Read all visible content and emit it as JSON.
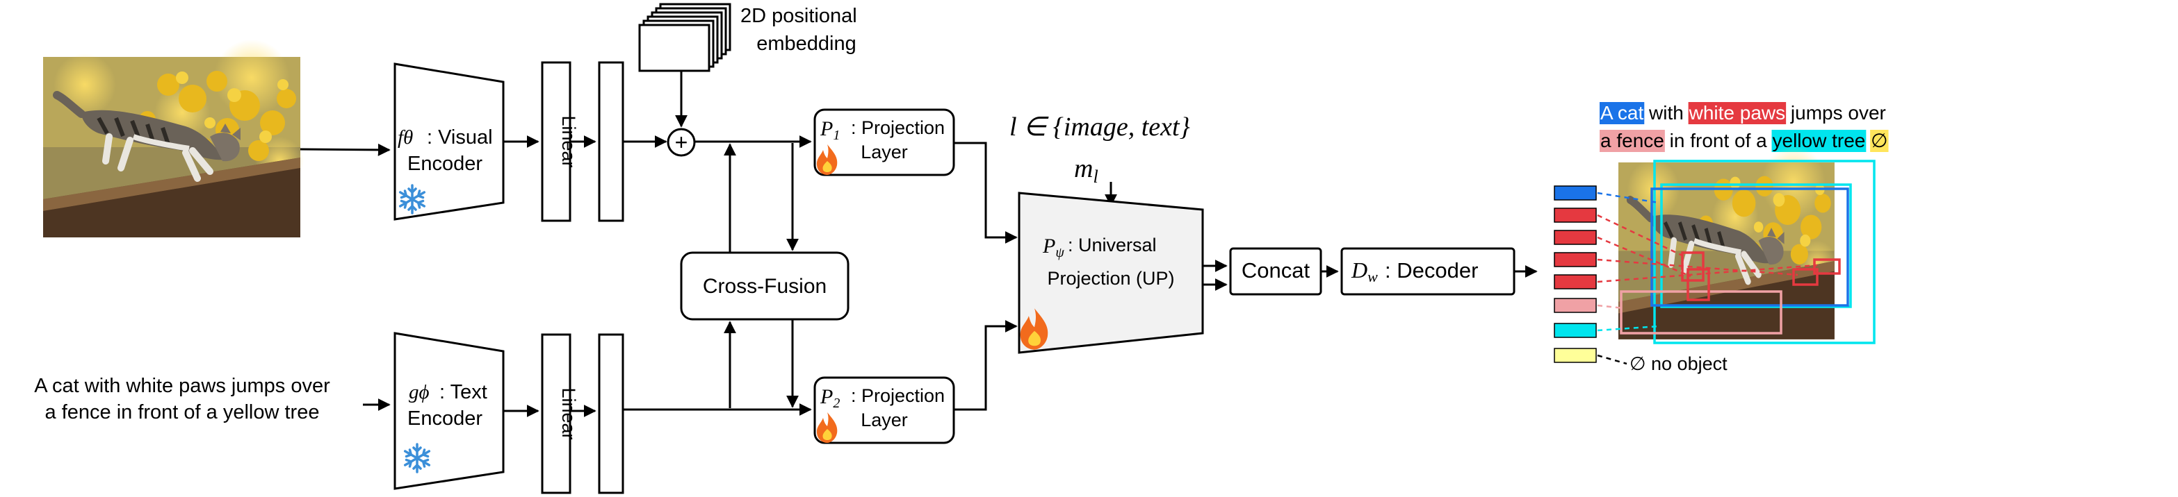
{
  "inputs": {
    "text_line1": "A cat with white paws jumps over",
    "text_line2": "a fence in front of a yellow tree"
  },
  "visual_encoder": {
    "symbol": "fθ",
    "label_line1": ": Visual",
    "label_line2": "Encoder"
  },
  "text_encoder": {
    "symbol": "gϕ",
    "label_line1": ": Text",
    "label_line2": "Encoder"
  },
  "linear_label": "Linear",
  "positional": {
    "line1": "2D positional",
    "line2": "embedding"
  },
  "plus_symbol": "+",
  "cross_fusion": "Cross-Fusion",
  "projection1": {
    "symbol": "P",
    "sub": "1",
    "line1": ": Projection",
    "line2": "Layer"
  },
  "projection2": {
    "symbol": "P",
    "sub": "2",
    "line1": ": Projection",
    "line2": "Layer"
  },
  "modality": {
    "formula": "l ∈ {image, text}",
    "m_symbol": "m",
    "m_sub": "l"
  },
  "universal_projection": {
    "symbol": "P",
    "sub": "ψ",
    "line1": " : Universal",
    "line2": "Projection (UP)"
  },
  "concat": "Concat",
  "decoder": {
    "symbol": "D",
    "sub": "w",
    "label": ": Decoder"
  },
  "caption": {
    "line1": [
      {
        "text": "A cat",
        "bg": "#1a73e8",
        "fg": "#ffffff"
      },
      {
        "text": " with ",
        "bg": "",
        "fg": "#000000"
      },
      {
        "text": "white paws",
        "bg": "#e53940",
        "fg": "#ffffff"
      },
      {
        "text": " jumps over",
        "bg": "",
        "fg": "#000000"
      }
    ],
    "line2": [
      {
        "text": "a fence",
        "bg": "#f0a1a5",
        "fg": "#000000"
      },
      {
        "text": " in front of a ",
        "bg": "",
        "fg": "#000000"
      },
      {
        "text": "yellow tree",
        "bg": "#00e5ee",
        "fg": "#000000"
      },
      {
        "text": " ",
        "bg": "",
        "fg": "#000000"
      },
      {
        "text": "∅",
        "bg": "#ffe55c",
        "fg": "#000000"
      }
    ]
  },
  "no_object": "∅ no object",
  "colors": {
    "cat": "#1a73e8",
    "paws": "#e53940",
    "fence": "#f0a1a5",
    "tree": "#00e5ee",
    "empty": "#ffff99",
    "up_fill": "#f2f2f2",
    "snowflake": "#3b8fd9",
    "flame": "#f26b1d"
  },
  "icons": {
    "frozen": "snowflake-icon",
    "trainable": "fire-icon"
  }
}
